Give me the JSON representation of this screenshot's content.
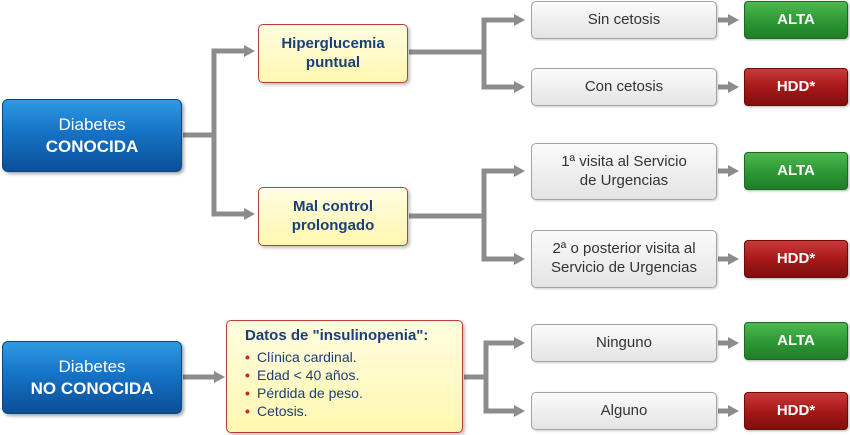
{
  "roots": {
    "conocida": {
      "line1": "Diabetes",
      "line2": "CONOCIDA"
    },
    "no_conocida": {
      "line1": "Diabetes",
      "line2": "NO CONOCIDA"
    }
  },
  "conditions": {
    "hiperglucemia": {
      "line1": "Hiperglucemia",
      "line2": "puntual"
    },
    "mal_control": {
      "line1": "Mal control",
      "line2": "prolongado"
    },
    "insulinopenia": {
      "title": "Datos de \"insulinopenia\":",
      "items": [
        "Clínica cardinal.",
        "Edad < 40 años.",
        "Pérdida de peso.",
        "Cetosis."
      ]
    }
  },
  "criteria": {
    "sin_cetosis": {
      "line1": "Sin cetosis"
    },
    "con_cetosis": {
      "line1": "Con cetosis"
    },
    "primera_visita": {
      "line1": "1ª visita al Servicio",
      "line2": "de Urgencias"
    },
    "posterior_visita": {
      "line1": "2ª o posterior visita al",
      "line2": "Servicio de Urgencias"
    },
    "ninguno": {
      "line1": "Ninguno"
    },
    "alguno": {
      "line1": "Alguno"
    }
  },
  "outcomes": {
    "alta": "ALTA",
    "hdd": "HDD*"
  },
  "colors": {
    "connector": "#8c8c8c",
    "root_blue": "#1573c7",
    "condition_yellow": "#fff7b0",
    "criterion_grey": "#e8e8e8",
    "alta_green": "#2e9a36",
    "hdd_red": "#a81818",
    "bullet_red": "#d42020"
  }
}
